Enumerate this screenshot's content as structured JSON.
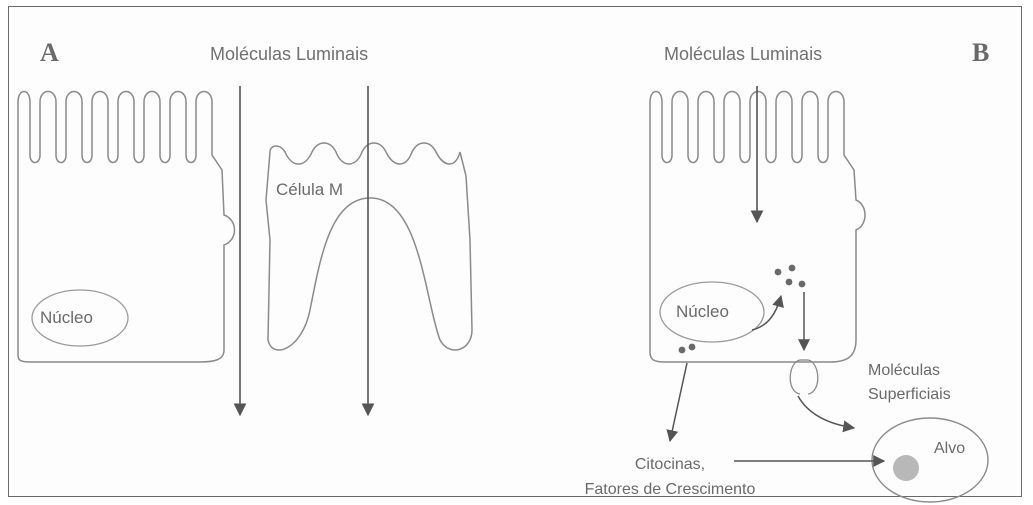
{
  "panel_a": {
    "letter": "A",
    "title": "Moléculas Luminais",
    "nucleus_label": "Núcleo",
    "m_cell_label": "Célula M"
  },
  "panel_b": {
    "letter": "B",
    "title": "Moléculas Luminais",
    "nucleus_label": "Núcleo",
    "surface_label_line1": "Moléculas",
    "surface_label_line2": "Superficiais",
    "target_label": "Alvo",
    "cytokines_line1": "Citocinas,",
    "cytokines_line2": "Fatores de Crescimento"
  },
  "colors": {
    "outline": "#7a7a7a",
    "arrow": "#555555",
    "particle": "#6a6a6a",
    "target_nucleus": "#b8b8b8",
    "frame": "#6a6a6a"
  }
}
